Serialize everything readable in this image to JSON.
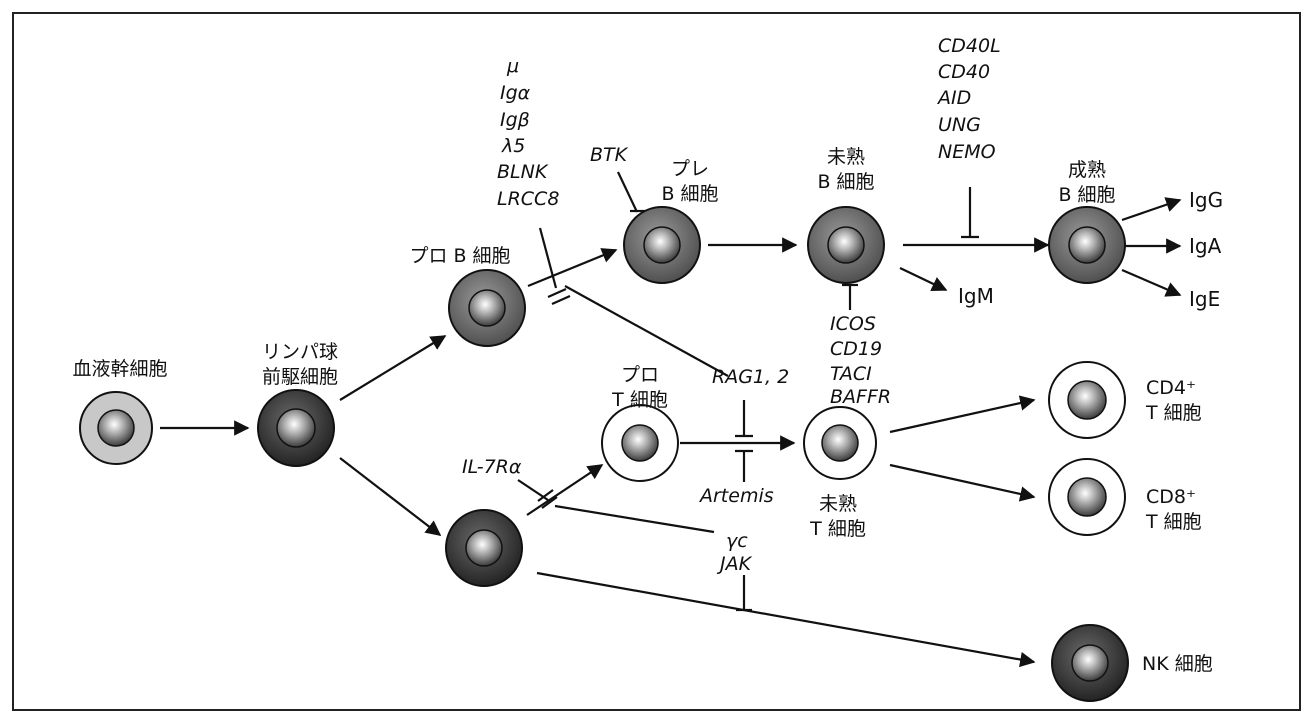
{
  "cells": {
    "hsc": "血液幹細胞",
    "lymph_progenitor": [
      "リンパ球",
      "前駆細胞"
    ],
    "pro_b": "プロ B 細胞",
    "pre_b": [
      "プレ",
      "B 細胞"
    ],
    "immature_b": [
      "未熟",
      "B 細胞"
    ],
    "mature_b": [
      "成熟",
      "B 細胞"
    ],
    "pro_t": [
      "プロ",
      "T 細胞"
    ],
    "immature_t": [
      "未熟",
      "T 細胞"
    ],
    "cd4_t": [
      "CD4⁺",
      "T 細胞"
    ],
    "cd8_t": [
      "CD8⁺",
      "T 細胞"
    ],
    "nk": "NK 細胞"
  },
  "immunoglobulins": {
    "igg": "IgG",
    "iga": "IgA",
    "ige": "IgE",
    "igm": "IgM"
  },
  "genes": {
    "pre_bcr": [
      "μ",
      "Igα",
      "Igβ",
      "λ5",
      "BLNK",
      "LRCC8"
    ],
    "btk": "BTK",
    "class_switch": [
      "CD40L",
      "CD40",
      "AID",
      "UNG",
      "NEMO"
    ],
    "b_maturation": [
      "ICOS",
      "CD19",
      "TACI",
      "BAFFR"
    ],
    "rag": "RAG1, 2",
    "artemis": "Artemis",
    "il7r": "IL-7Rα",
    "gc_jak": [
      "γc",
      "JAK"
    ]
  },
  "colors": {
    "hsc_cell": "#c8c8c8",
    "lymph_progenitor_cell": "#3a3a3a",
    "b_cell": "#6e6e6e",
    "t_cell": "#ffffff",
    "nk_cell": "#3a3a3a",
    "nucleus": "#5a5a5a",
    "line": "#111111"
  }
}
